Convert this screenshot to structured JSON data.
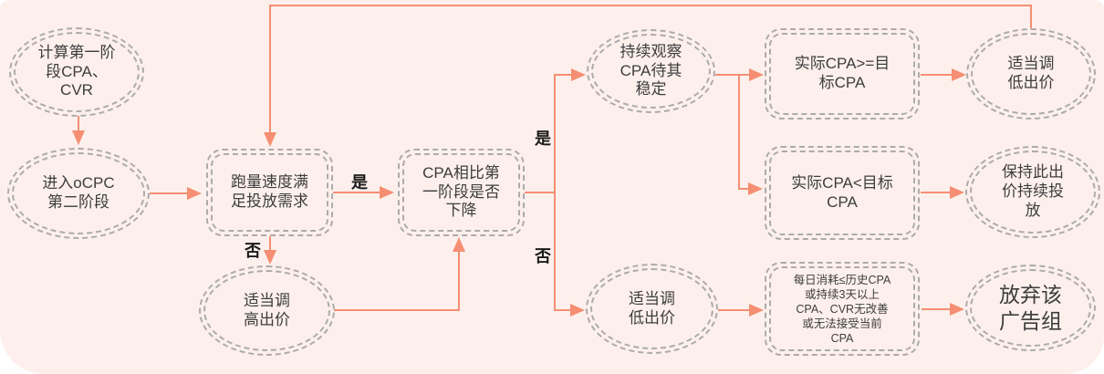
{
  "colors": {
    "card_background": "#fdf0ec",
    "arrow": "#f58e72",
    "node_border": "#ababab",
    "text": "#3d3d3d"
  },
  "nodes": {
    "calc_stage1": {
      "label": "计算第一阶\n段CPA、\nCVR"
    },
    "enter_ocpc": {
      "label": "进入oCPC\n第二阶段"
    },
    "volume_check": {
      "label": "跑量速度满\n足投放需求"
    },
    "cpa_compare": {
      "label": "CPA相比第\n一阶段是否\n下降"
    },
    "observe_cpa": {
      "label": "持续观察\nCPA待其\n稳定"
    },
    "actual_ge_target": {
      "label": "实际CPA>=目\n标CPA"
    },
    "lower_bid_top": {
      "label": "适当调\n低出价"
    },
    "actual_lt_target": {
      "label": "实际CPA<目标\nCPA"
    },
    "keep_bid": {
      "label": "保持此出\n价持续投\n放"
    },
    "raise_bid": {
      "label": "适当调\n高出价"
    },
    "lower_bid_bottom": {
      "label": "适当调\n低出价"
    },
    "give_up_condition": {
      "label": "每日消耗≤历史CPA\n或持续3天以上\nCPA、CVR无改善\n或无法接受当前\nCPA"
    },
    "abandon_group": {
      "label": "放弃该\n广告组"
    }
  },
  "edge_labels": {
    "volume_yes": "是",
    "volume_no": "否",
    "cpa_yes": "是",
    "cpa_no": "否"
  }
}
